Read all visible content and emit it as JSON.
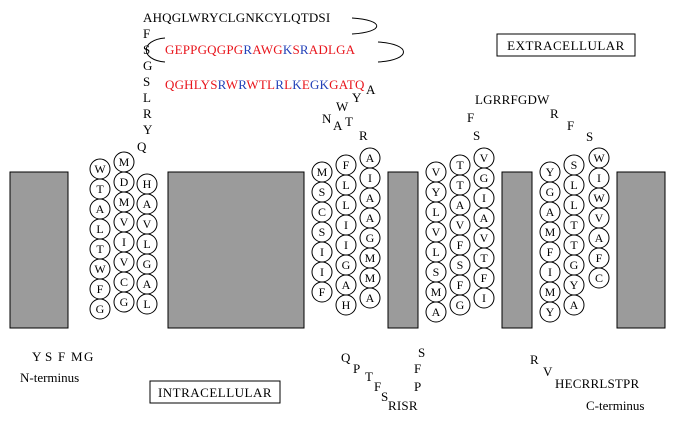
{
  "labels": {
    "extracellular": "EXTRACELLULAR",
    "intracellular": "INTRACELLULAR",
    "n_terminus": "N-terminus",
    "c_terminus": "C-terminus"
  },
  "colors": {
    "membrane": "#9b9b9b",
    "basic_residue": "#2341b8",
    "highlight_residue": "#e8141b",
    "text": "#000000"
  },
  "sequences": {
    "n_tail": "YSFMG",
    "loop1_line1": "AHQGLWRYCLGNKCYLQTDSI",
    "loop1_line2": [
      {
        "t": "GEPPGQGPG",
        "c": "red"
      },
      {
        "t": "R",
        "c": "blue"
      },
      {
        "t": "AWG",
        "c": "red"
      },
      {
        "t": "K",
        "c": "blue"
      },
      {
        "t": "S",
        "c": "red"
      },
      {
        "t": "R",
        "c": "blue"
      },
      {
        "t": "ADLGA",
        "c": "red"
      }
    ],
    "loop1_line3": [
      {
        "t": "QGHLYS",
        "c": "red"
      },
      {
        "t": "R",
        "c": "blue"
      },
      {
        "t": "W",
        "c": "red"
      },
      {
        "t": "R",
        "c": "blue"
      },
      {
        "t": "WTL",
        "c": "red"
      },
      {
        "t": "R",
        "c": "blue"
      },
      {
        "t": "L",
        "c": "red"
      },
      {
        "t": "K",
        "c": "blue"
      },
      {
        "t": "E",
        "c": "red"
      },
      {
        "t": "GK",
        "c": "blue"
      },
      {
        "t": "GATQ",
        "c": "red"
      }
    ],
    "loop1_stalk_vertical": "FSGSLRY",
    "stalk_q": "Q",
    "loop2": [
      "N",
      "W",
      "Y",
      "A",
      "A",
      "T",
      "R"
    ],
    "loop3_top": "LGRRFGDW",
    "loop3_left": [
      "F",
      "S"
    ],
    "loop3_right": [
      "R",
      "F",
      "S"
    ],
    "intra2": [
      "Q",
      "P",
      "T",
      "F",
      "S"
    ],
    "intra2_tail": "RISR",
    "intra2_up": [
      "S",
      "F",
      "P"
    ],
    "intra3": [
      "R",
      "V"
    ],
    "c_tail": "HECRRLSTPR"
  },
  "helices": {
    "tm1": {
      "left": [
        "W",
        "T",
        "A",
        "L",
        "T",
        "W",
        "F",
        "G"
      ],
      "right_a": [
        "M",
        "D",
        "M",
        "V",
        "I",
        "V",
        "C",
        "G"
      ],
      "right_b": [
        "H",
        "A",
        "V",
        "L",
        "G",
        "A",
        "L"
      ]
    },
    "tm2": {
      "left": [
        "M",
        "S",
        "C",
        "S",
        "I",
        "I",
        "F"
      ],
      "mid": [
        "F",
        "L",
        "L",
        "I",
        "I",
        "G",
        "A",
        "H"
      ],
      "right": [
        "A",
        "I",
        "A",
        "A",
        "G",
        "M",
        "M",
        "A"
      ]
    },
    "tm3": {
      "left": [
        "V",
        "Y",
        "L",
        "V",
        "L",
        "S",
        "M",
        "A"
      ],
      "mid": [
        "T",
        "T",
        "A",
        "V",
        "F",
        "S",
        "F",
        "G"
      ],
      "right": [
        "V",
        "G",
        "I",
        "A",
        "V",
        "T",
        "F",
        "I"
      ]
    },
    "tm4": {
      "left": [
        "Y",
        "G",
        "A",
        "M",
        "F",
        "I",
        "M",
        "Y"
      ],
      "mid": [
        "S",
        "L",
        "L",
        "T",
        "T",
        "G",
        "Y",
        "A"
      ],
      "right": [
        "W",
        "I",
        "W",
        "V",
        "A",
        "F",
        "C"
      ]
    }
  }
}
